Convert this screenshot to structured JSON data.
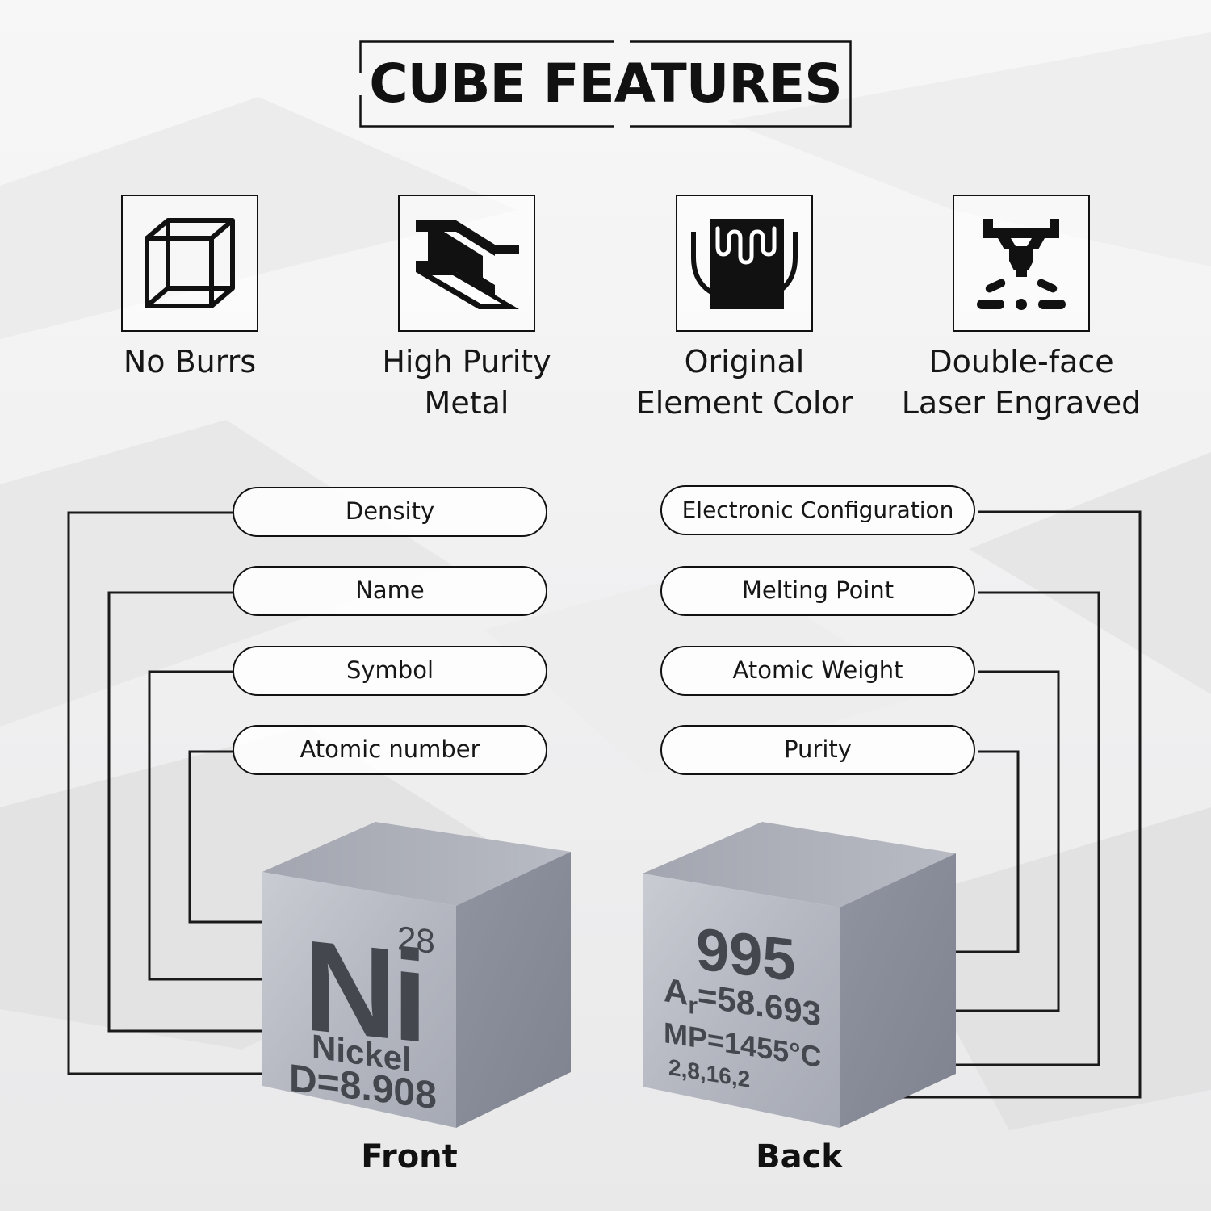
{
  "title": "CUBE FEATURES",
  "features": [
    {
      "icon": "cube-icon",
      "line1": "No Burrs",
      "line2": ""
    },
    {
      "icon": "i-beam-icon",
      "line1": "High Purity",
      "line2": "Metal"
    },
    {
      "icon": "crucible-icon",
      "line1": "Original",
      "line2": "Element Color"
    },
    {
      "icon": "laser-icon",
      "line1": "Double-face",
      "line2": "Laser Engraved"
    }
  ],
  "front_labels": [
    "Density",
    "Name",
    "Symbol",
    "Atomic number"
  ],
  "back_labels": [
    "Electronic Configuration",
    "Melting Point",
    "Atomic Weight",
    "Purity"
  ],
  "front_cube": {
    "symbol": "Ni",
    "atomic_number": "28",
    "name": "Nickel",
    "density": "D=8.908"
  },
  "back_cube": {
    "purity": "995",
    "atomic_weight_prefix": "A",
    "atomic_weight_sub": "r",
    "atomic_weight_value": "=58.693",
    "melting_point": "MP=1455°C",
    "configuration": "2,8,16,2"
  },
  "captions": {
    "front": "Front",
    "back": "Back"
  },
  "colors": {
    "ink": "#111111",
    "engraving": "#45474f",
    "metal": "#b4b7c0"
  }
}
